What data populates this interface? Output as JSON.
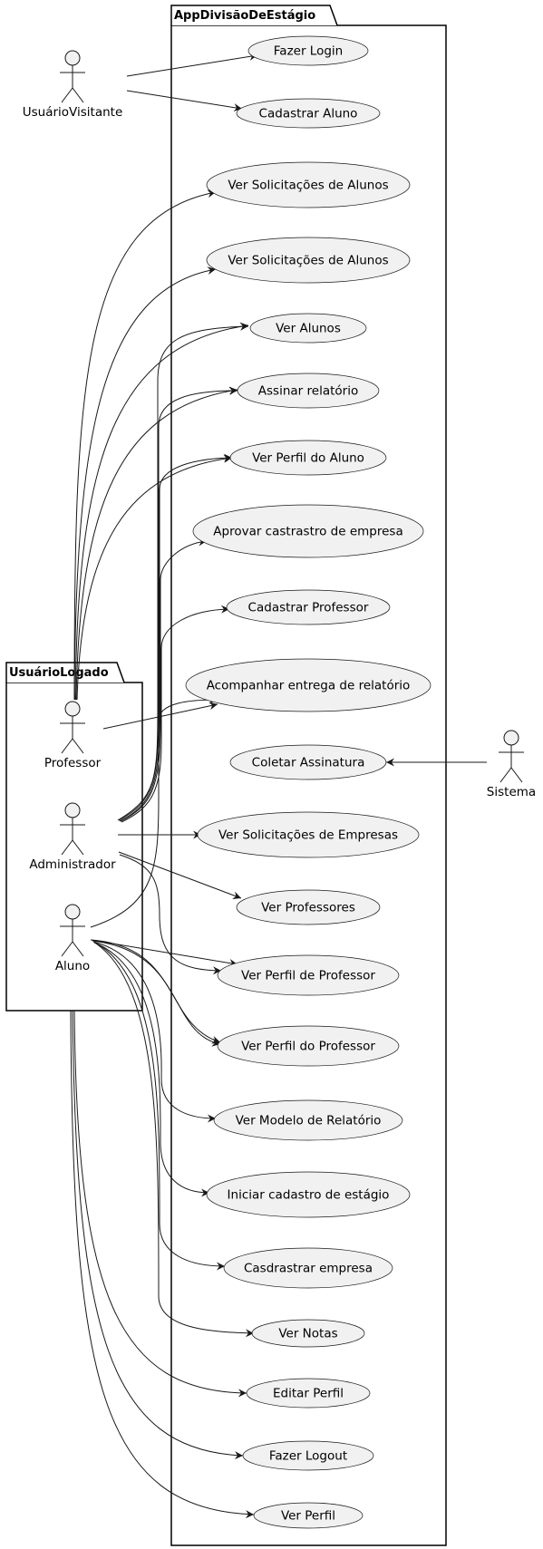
{
  "packages": [
    {
      "id": "app",
      "label": "AppDivisãoDeEstágio"
    },
    {
      "id": "logado",
      "label": "UsuárioLogado"
    }
  ],
  "actors": [
    {
      "id": "visitante",
      "label": "UsuárioVisitante"
    },
    {
      "id": "professor",
      "label": "Professor"
    },
    {
      "id": "administrador",
      "label": "Administrador"
    },
    {
      "id": "aluno",
      "label": "Aluno"
    },
    {
      "id": "sistema",
      "label": "Sistema"
    }
  ],
  "use_cases": [
    {
      "id": "uc1",
      "label": "Fazer Login"
    },
    {
      "id": "uc2",
      "label": "Cadastrar Aluno"
    },
    {
      "id": "uc3",
      "label": "Ver Solicitações de Alunos"
    },
    {
      "id": "uc4",
      "label": "Ver Solicitações de Alunos"
    },
    {
      "id": "uc5",
      "label": "Ver Alunos"
    },
    {
      "id": "uc6",
      "label": "Assinar relatório"
    },
    {
      "id": "uc7",
      "label": "Ver Perfil do Aluno"
    },
    {
      "id": "uc8",
      "label": "Aprovar castrastro de empresa"
    },
    {
      "id": "uc9",
      "label": "Cadastrar Professor"
    },
    {
      "id": "uc10",
      "label": "Acompanhar entrega de relatório"
    },
    {
      "id": "uc11",
      "label": "Coletar Assinatura"
    },
    {
      "id": "uc12",
      "label": "Ver Solicitações de Empresas"
    },
    {
      "id": "uc13",
      "label": "Ver Professores"
    },
    {
      "id": "uc14",
      "label": "Ver Perfil de Professor"
    },
    {
      "id": "uc15",
      "label": "Ver Perfil do Professor"
    },
    {
      "id": "uc16",
      "label": "Ver Modelo de Relatório"
    },
    {
      "id": "uc17",
      "label": "Iniciar cadastro de estágio"
    },
    {
      "id": "uc18",
      "label": "Casdrastrar empresa"
    },
    {
      "id": "uc19",
      "label": "Ver Notas"
    },
    {
      "id": "uc20",
      "label": "Editar Perfil"
    },
    {
      "id": "uc21",
      "label": "Fazer Logout"
    },
    {
      "id": "uc22",
      "label": "Ver Perfil"
    }
  ],
  "associations": [
    {
      "from": "visitante",
      "to": "uc1"
    },
    {
      "from": "visitante",
      "to": "uc2"
    },
    {
      "from": "professor",
      "to": "uc3"
    },
    {
      "from": "professor",
      "to": "uc4"
    },
    {
      "from": "professor",
      "to": "uc5"
    },
    {
      "from": "professor",
      "to": "uc6"
    },
    {
      "from": "professor",
      "to": "uc7"
    },
    {
      "from": "professor",
      "to": "uc10"
    },
    {
      "from": "administrador",
      "to": "uc5"
    },
    {
      "from": "administrador",
      "to": "uc6"
    },
    {
      "from": "administrador",
      "to": "uc7"
    },
    {
      "from": "administrador",
      "to": "uc8"
    },
    {
      "from": "administrador",
      "to": "uc9"
    },
    {
      "from": "administrador",
      "to": "uc12"
    },
    {
      "from": "administrador",
      "to": "uc13"
    },
    {
      "from": "administrador",
      "to": "uc14"
    },
    {
      "from": "aluno",
      "to": "uc10"
    },
    {
      "from": "aluno",
      "to": "uc14"
    },
    {
      "from": "aluno",
      "to": "uc15"
    },
    {
      "from": "aluno",
      "to": "uc16"
    },
    {
      "from": "aluno",
      "to": "uc17"
    },
    {
      "from": "aluno",
      "to": "uc18"
    },
    {
      "from": "aluno",
      "to": "uc19"
    },
    {
      "from": "logado",
      "to": "uc20"
    },
    {
      "from": "logado",
      "to": "uc21"
    },
    {
      "from": "logado",
      "to": "uc22"
    },
    {
      "from": "sistema",
      "to": "uc11"
    }
  ]
}
